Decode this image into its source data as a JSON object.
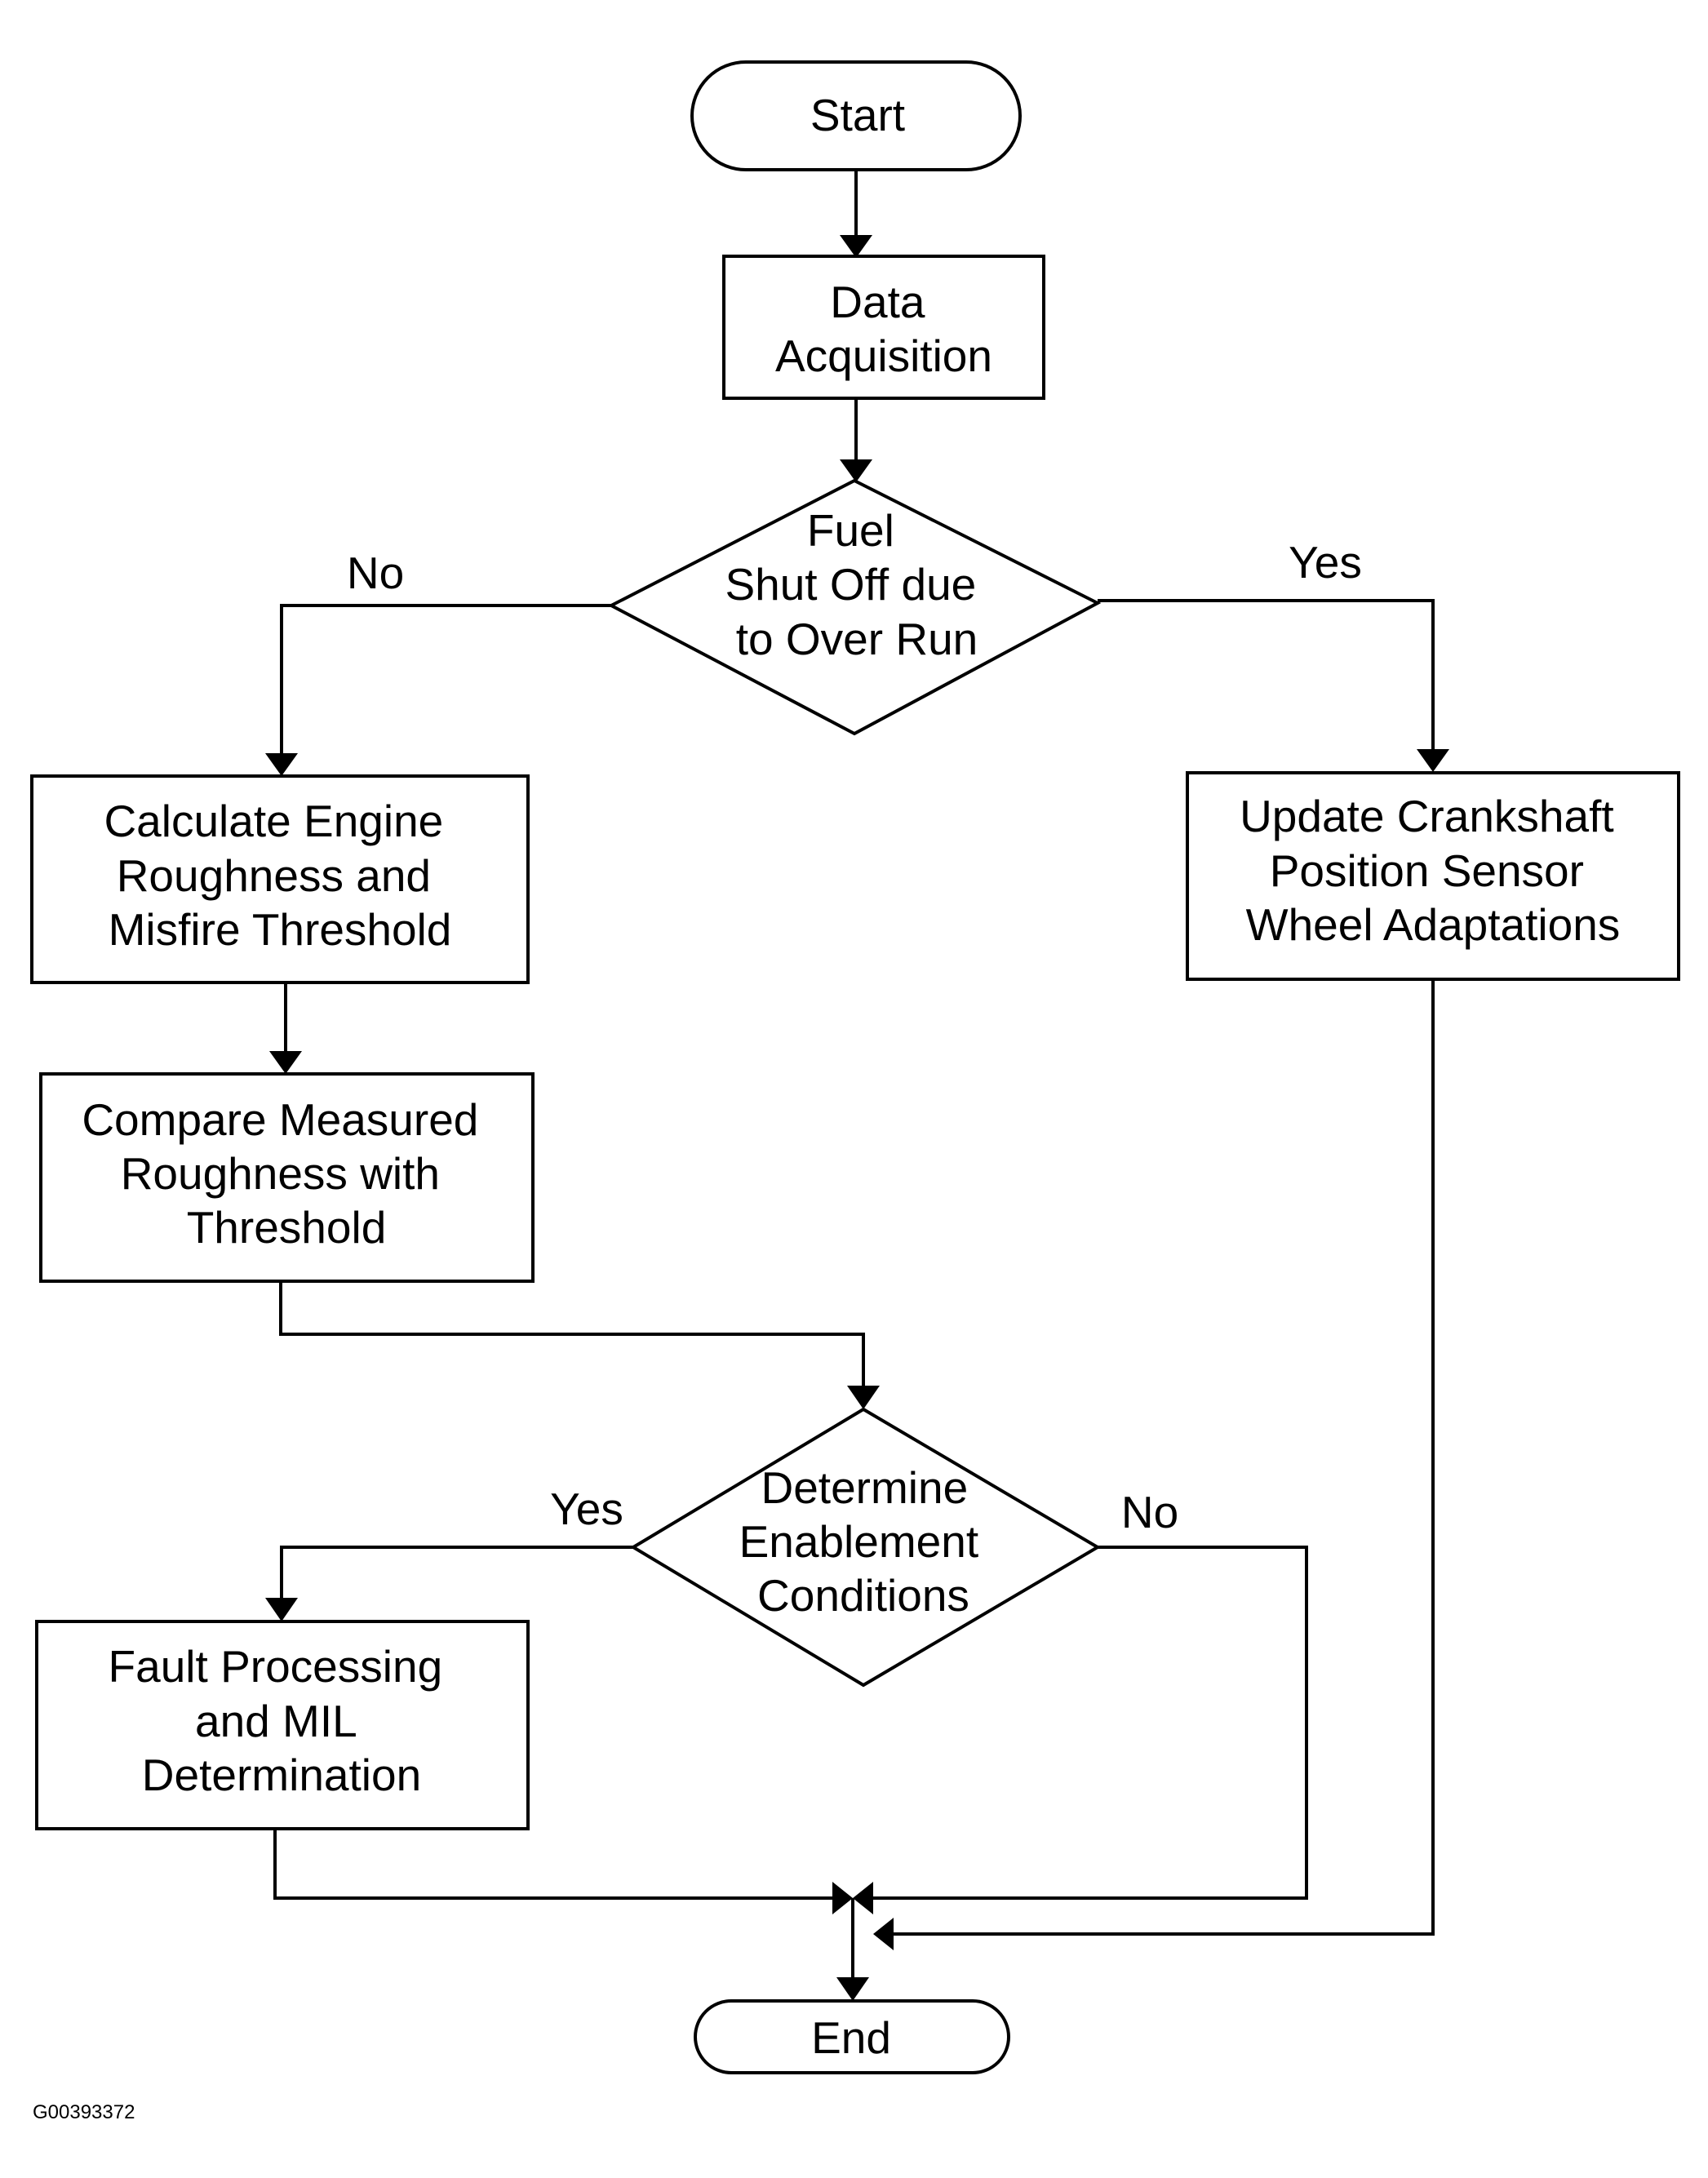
{
  "nodes": {
    "start": {
      "lines": [
        "Start"
      ]
    },
    "data_acq": {
      "lines": [
        "Data",
        "Acquisition"
      ]
    },
    "fuel_decision": {
      "lines": [
        "Fuel",
        "Shut Off due",
        "to Over Run"
      ]
    },
    "calc_roughness": {
      "lines": [
        "Calculate Engine",
        "Roughness and",
        "Misfire Threshold"
      ]
    },
    "update_crank": {
      "lines": [
        "Update Crankshaft",
        "Position Sensor",
        "Wheel Adaptations"
      ]
    },
    "compare": {
      "lines": [
        "Compare Measured",
        "Roughness with",
        "Threshold"
      ]
    },
    "enable_decision": {
      "lines": [
        "Determine",
        "Enablement",
        "Conditions"
      ]
    },
    "fault": {
      "lines": [
        "Fault Processing",
        "and MIL",
        "Determination"
      ]
    },
    "end": {
      "lines": [
        "End"
      ]
    }
  },
  "edge_labels": {
    "fuel_no": "No",
    "fuel_yes": "Yes",
    "enable_yes": "Yes",
    "enable_no": "No"
  },
  "figure_id": "G00393372"
}
